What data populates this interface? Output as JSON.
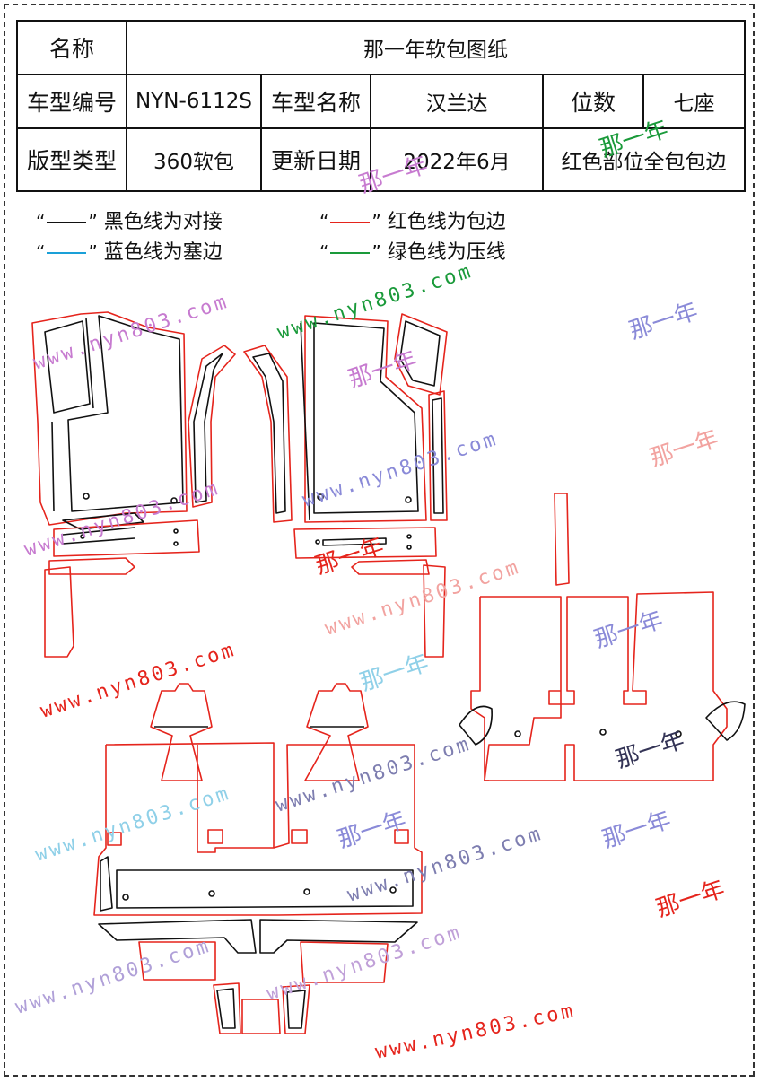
{
  "table": {
    "name_label": "名称",
    "name_value": "那一年软包图纸",
    "model_code_label": "车型编号",
    "model_code_value": "NYN-6112S",
    "model_name_label": "车型名称",
    "model_name_value": "汉兰达",
    "seats_label": "位数",
    "seats_value": "七座",
    "pattern_label": "版型类型",
    "pattern_value": "360软包",
    "date_label": "更新日期",
    "date_value": "2022年6月",
    "note": "红色部位全包包边"
  },
  "legend": [
    {
      "text": "黑色线为对接",
      "color": "#111111"
    },
    {
      "text": "红色线为包边",
      "color": "#e5241c"
    },
    {
      "text": "蓝色线为塞边",
      "color": "#1aa0d8"
    },
    {
      "text": "绿色线为压线",
      "color": "#1a9a3a"
    }
  ],
  "watermarks": {
    "url": "www.nyn803.com",
    "brand": "那一年"
  },
  "colors": {
    "black_line": "#111111",
    "red_line": "#e5241c",
    "blue_line": "#1aa0d8",
    "green_line": "#1a9a3a"
  }
}
